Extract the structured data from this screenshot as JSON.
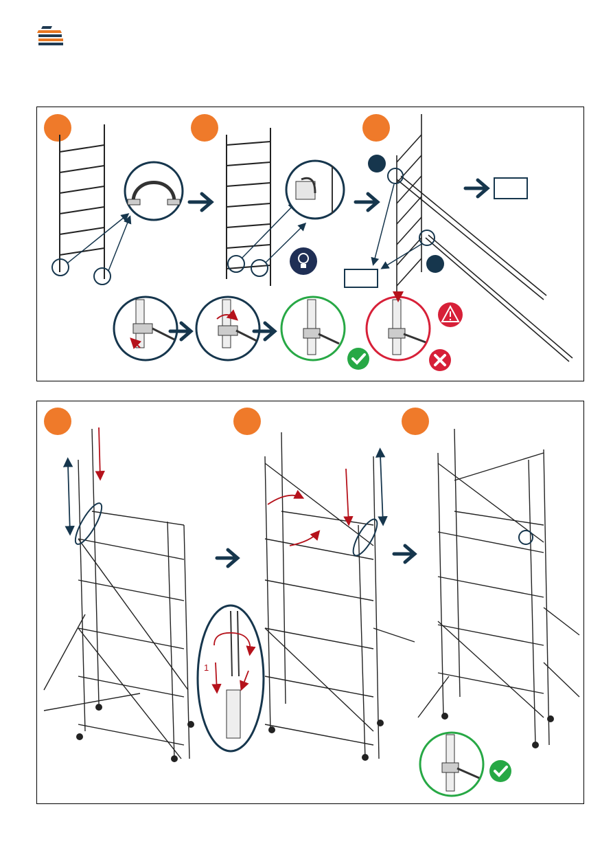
{
  "brand": {
    "logo_icon": "stacked-stripes-logo-icon",
    "colors": {
      "navy": "#1f3a52",
      "orange": "#e87722"
    }
  },
  "colors": {
    "step_badge": "#ef7a2a",
    "arrow": "#16364d",
    "ok_green": "#27a845",
    "error_red": "#d72038",
    "hint_navy": "#1f2f55",
    "red_arrow": "#b5121b",
    "line": "#222222"
  },
  "panel_top": {
    "steps": [
      {
        "icon": "step-badge"
      },
      {
        "icon": "step-badge"
      },
      {
        "icon": "step-badge"
      }
    ],
    "icons": [
      "tip-lightbulb-icon",
      "warning-triangle-icon",
      "check-circle-icon",
      "cross-circle-icon",
      "next-arrow-icon"
    ],
    "callouts": [
      "clip-detail-zoom",
      "clip-wrap-zoom",
      "hook-lock-sequence-1",
      "hook-lock-sequence-2",
      "hook-lock-correct",
      "hook-lock-wrong"
    ]
  },
  "panel_bottom": {
    "steps": [
      {
        "icon": "step-badge"
      },
      {
        "icon": "step-badge"
      },
      {
        "icon": "step-badge"
      }
    ],
    "detail_label": "1",
    "icons": [
      "next-arrow-icon",
      "check-circle-icon",
      "rotate-arrow-icon"
    ]
  }
}
